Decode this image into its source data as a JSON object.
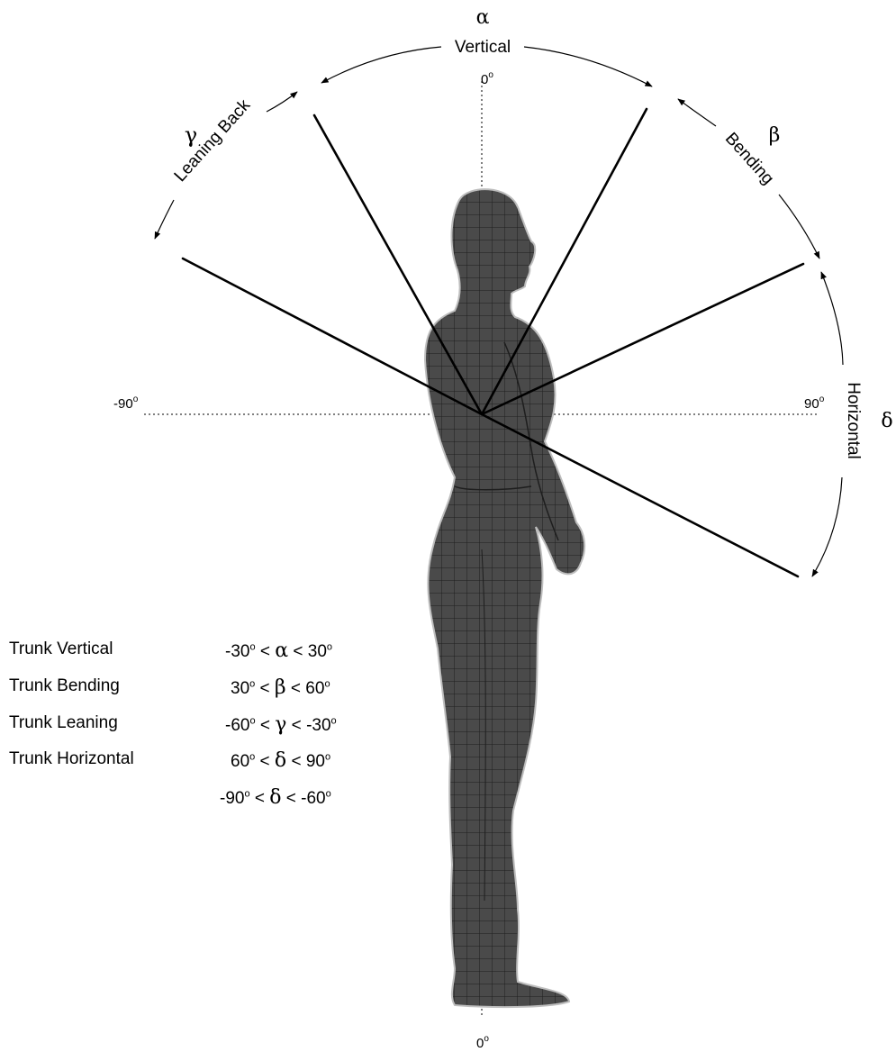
{
  "labels": {
    "vertical": "Vertical",
    "bending": "Bending",
    "leaning_back": "Leaning Back",
    "horizontal": "Horizontal",
    "deg_0_top": "0",
    "deg_0_bottom": "0",
    "deg_neg90": "-90",
    "deg_90": "90",
    "degree_mark": "o"
  },
  "greek": {
    "alpha": "α",
    "beta": "β",
    "gamma": "γ",
    "delta": "δ"
  },
  "legend": [
    {
      "name": "Trunk Vertical",
      "lo": "-30",
      "sym": "α",
      "hi": "30"
    },
    {
      "name": "Trunk Bending",
      "lo": "30",
      "sym": "β",
      "hi": "60"
    },
    {
      "name": "Trunk Leaning",
      "lo": "-60",
      "sym": "γ",
      "hi": "-30"
    },
    {
      "name": "Trunk Horizontal",
      "lo": "60",
      "sym": "δ",
      "hi": "90"
    },
    {
      "name": "",
      "lo": "-90",
      "sym": "δ",
      "hi": "-60"
    }
  ],
  "colors": {
    "figure_fill": "#4a4a4a",
    "figure_mesh": "#1a1a1a",
    "lines": "#000000"
  }
}
